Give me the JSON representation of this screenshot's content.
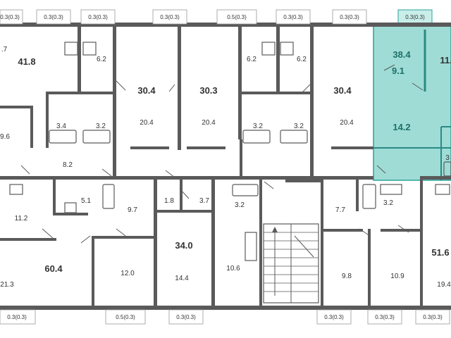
{
  "colors": {
    "wall": "#5a5a5a",
    "highlight_fill": "#9fdcd6",
    "highlight_stroke": "#2aa39a",
    "text": "#333333"
  },
  "highlighted_unit": {
    "total_area": "38.4",
    "rooms": [
      "9.1",
      "14.2"
    ]
  },
  "balcony_labels_top": [
    "0.3(0.3)",
    "0.3(0.3)",
    "0.3(0.3)",
    "0.3(0.3)",
    "0.5(0.3)",
    "0.3(0.3)",
    "0.3(0.3)",
    "0.3(0.3)"
  ],
  "balcony_labels_bottom": [
    "0.3(0.3)",
    "0.5(0.3)",
    "0.3(0.3)",
    "0.3(0.3)",
    "0.3(0.3)",
    "0.3(0.3)"
  ],
  "unit_totals": [
    "41.8",
    "30.4",
    "30.3",
    "30.4",
    "34.0",
    "60.4",
    "51.6",
    "11."
  ],
  "room_areas": {
    "top": [
      ".7",
      "6.2",
      "6.2",
      "6.2",
      "20.4",
      "20.4",
      "20.4",
      "3.4",
      "3.2",
      "3.2",
      "3.2",
      "9.6",
      "8.2",
      "3"
    ],
    "bottom": [
      "5.1",
      "1.8",
      "3.7",
      "3.2",
      "7.7",
      "3.2",
      "11.2",
      "9.7",
      "12.0",
      "21.3",
      "14.4",
      "10.6",
      "9.8",
      "10.9",
      "19.4"
    ]
  }
}
